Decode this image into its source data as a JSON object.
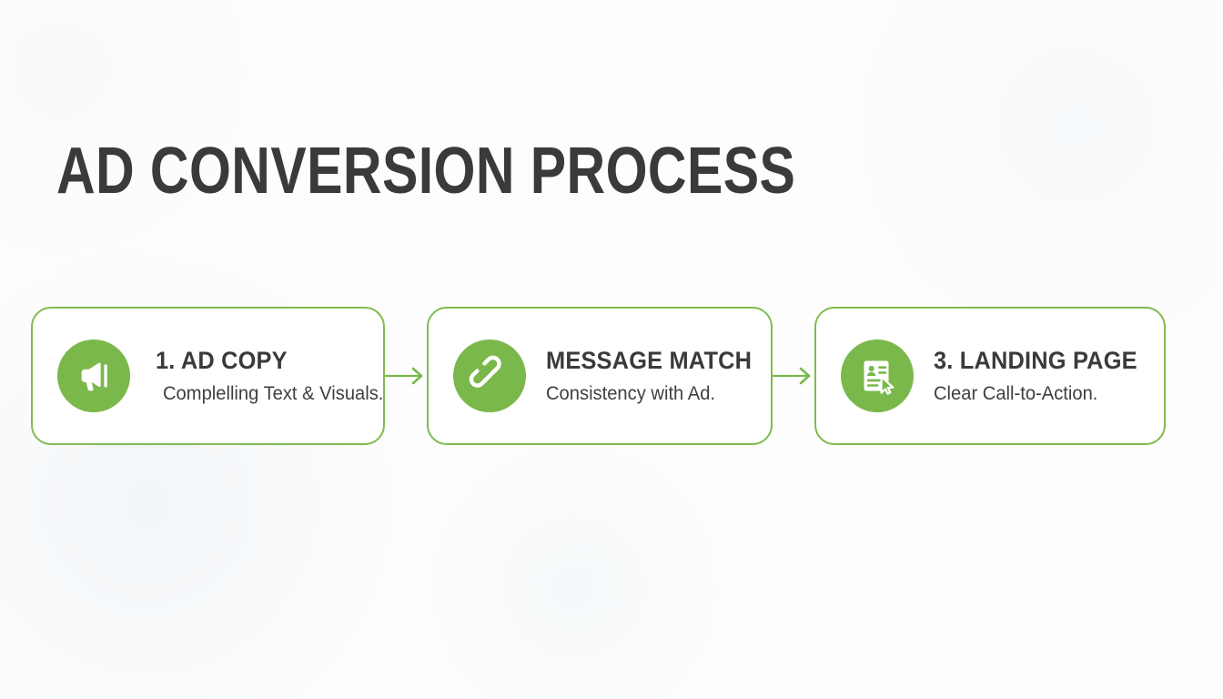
{
  "slide": {
    "title": "AD CONVERSION PROCESS",
    "background_color": "#fdfdfd",
    "accent_color": "#7ab84b",
    "border_color": "#7fbb50",
    "text_color": "#3a3a3c"
  },
  "flow": {
    "steps": [
      {
        "icon": "megaphone-icon",
        "heading": "1. AD COPY",
        "subtitle": "Complelling Text & Visuals."
      },
      {
        "icon": "link-icon",
        "heading": "MESSAGE MATCH",
        "subtitle": "Consistency with Ad."
      },
      {
        "icon": "document-cursor-icon",
        "heading": "3. LANDING PAGE",
        "subtitle": "Clear Call-to-Action."
      }
    ],
    "connectors": [
      {
        "icon": "arrow-right-icon"
      },
      {
        "icon": "arrow-right-icon"
      }
    ]
  }
}
